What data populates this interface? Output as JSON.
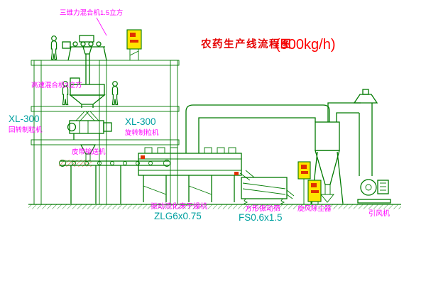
{
  "diagram": {
    "title": "农药生产线流程图",
    "capacity": "(500kg/h)"
  },
  "labels": {
    "three_d_mixer": "三维力混合机1.5立方",
    "high_speed_mixer": "高速混合机3立方",
    "granulator_left_model": "XL-300",
    "granulator_left_name": "回转制粒机",
    "granulator_right_model": "XL-300",
    "granulator_right_name": "旋转制粒机",
    "belt_conveyor": "皮带输送机",
    "fluid_bed_dryer": "振动流化床干燥机",
    "fluid_bed_dryer_model": "ZLG6x0.75",
    "square_sieve": "方形振动筛",
    "square_sieve_model": "FS0.6x1.5",
    "cyclone": "旋风除尘器",
    "induced_draft_fan": "引风机"
  },
  "colors": {
    "line_green": "#007A00",
    "hatch_cyan": "#00A8A8",
    "label_magenta": "#FF00FF",
    "model_cyan": "#00A0A0",
    "title_red": "#E60000",
    "capacity_red": "#FF0000",
    "cabinet_yellow": "#FFE400",
    "accent_red": "#E03000",
    "background": "#FFFFFF"
  }
}
